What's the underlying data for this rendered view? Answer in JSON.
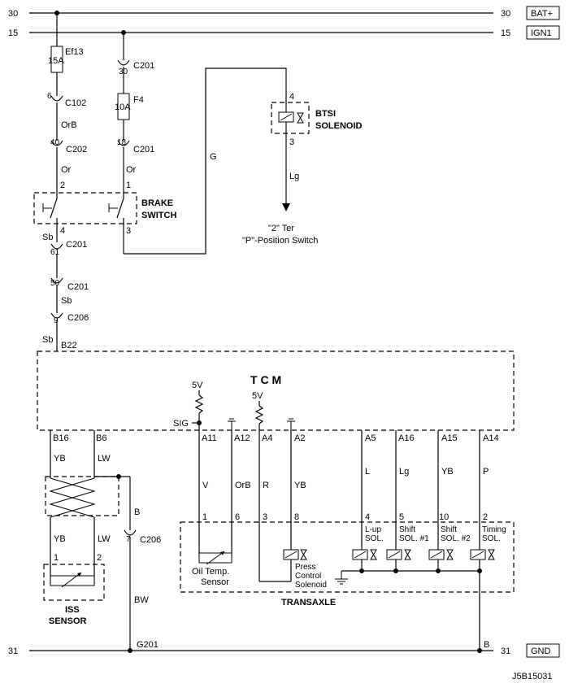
{
  "rails": {
    "bat_num_left": "30",
    "bat_num_right": "30",
    "bat_label": "BAT+",
    "ign_num_left": "15",
    "ign_num_right": "15",
    "ign_label": "IGN1",
    "gnd_num_left": "31",
    "gnd_num_right": "31",
    "gnd_label": "GND"
  },
  "left_branch": {
    "fuse_name": "Ef13",
    "fuse_rating": "15A",
    "c102_pin": "6",
    "c102": "C102",
    "wire1": "OrB",
    "c202_pin": "40",
    "c202": "C202",
    "wire2": "Or",
    "brake_pin_top": "2",
    "brake_pin_bottom": "4",
    "wire3": "Sb",
    "c201a_pin": "61",
    "c201a": "C201",
    "c201b_pin": "50",
    "c201b": "C201",
    "wire4": "Sb",
    "c206_pin": "9",
    "c206": "C206",
    "wire5": "Sb",
    "tcm_pin": "B22"
  },
  "mid_branch": {
    "c201_pin_top": "30",
    "c201_top": "C201",
    "fuse_name": "F4",
    "fuse_rating": "10A",
    "c201_pin_mid": "18",
    "c201_mid": "C201",
    "wire1": "Or",
    "brake_pin_top": "1",
    "brake_pin_bottom": "3"
  },
  "brake_switch": {
    "line1": "BRAKE",
    "line2": "SWITCH"
  },
  "btsi": {
    "wire_g": "G",
    "pin_top": "4",
    "pin_bottom": "3",
    "line1": "BTSI",
    "line2": "SOLENOID",
    "wire_out": "Lg",
    "dest1": "\"2\" Ter",
    "dest2": "\"P\"-Position Switch"
  },
  "tcm": {
    "title": "T C M",
    "v5a": "5V",
    "v5b": "5V",
    "sig": "SIG",
    "pins_top": [
      "B16",
      "B6",
      "A11",
      "A12",
      "A4",
      "A2",
      "A5",
      "A16",
      "A15",
      "A14"
    ]
  },
  "wires_upper": [
    "YB",
    "LW",
    "V",
    "OrB",
    "R",
    "YB",
    "L",
    "Lg",
    "YB",
    "P"
  ],
  "iss": {
    "wire_b": "B",
    "c206_pin": "7",
    "c206": "C206",
    "wire_yb": "YB",
    "wire_lw": "LW",
    "pin1": "1",
    "pin2": "2",
    "line1": "ISS",
    "line2": "SENSOR",
    "wire_bw": "BW",
    "ground_ref": "G201"
  },
  "transaxle": {
    "label": "TRANSAXLE",
    "pins": [
      "1",
      "6",
      "3",
      "8",
      "4",
      "5",
      "10",
      "2"
    ],
    "oil_temp1": "Oil Temp.",
    "oil_temp2": "Sensor",
    "press1": "Press",
    "press2": "Control",
    "press3": "Solenoid",
    "lup1": "L-up",
    "lup2": "SOL.",
    "s1a": "Shift",
    "s1b": "SOL. #1",
    "s2a": "Shift",
    "s2b": "SOL. #2",
    "tim1": "Timing",
    "tim2": "SOL.",
    "wire_b": "B"
  },
  "figure_id": "J5B15031"
}
